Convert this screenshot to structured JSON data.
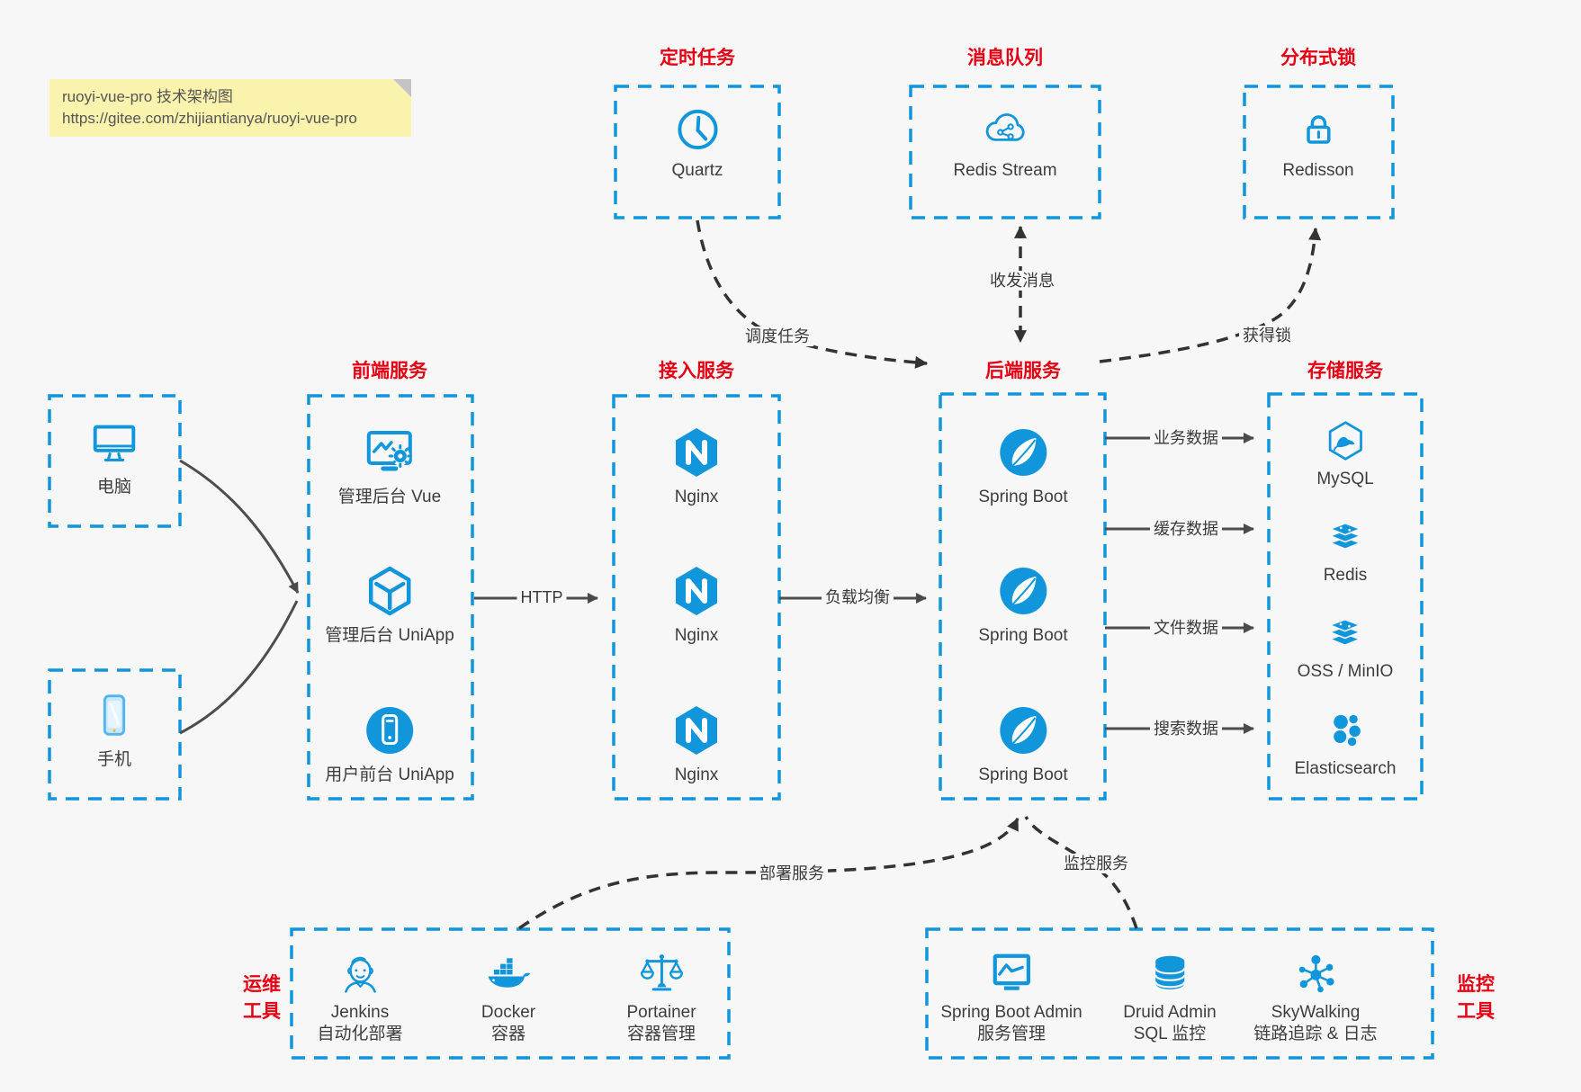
{
  "note": {
    "line1": "ruoyi-vue-pro 技术架构图",
    "line2": "https://gitee.com/zhijiantianya/ruoyi-vue-pro"
  },
  "colors": {
    "accent_blue": "#1296db",
    "heading_red": "#e60013",
    "note_yellow": "#faf3ae",
    "arrow_dark": "#3a3a3a",
    "background": "#f7f7f8"
  },
  "top_services": [
    {
      "heading": "定时任务",
      "label": "Quartz",
      "icon": "clock-icon"
    },
    {
      "heading": "消息队列",
      "label": "Redis Stream",
      "icon": "cloud-share-icon"
    },
    {
      "heading": "分布式锁",
      "label": "Redisson",
      "icon": "lock-icon"
    }
  ],
  "clients": [
    {
      "label": "电脑",
      "icon": "desktop-icon"
    },
    {
      "label": "手机",
      "icon": "phone-icon"
    }
  ],
  "columns": {
    "frontend": {
      "heading": "前端服务",
      "items": [
        {
          "label": "管理后台 Vue",
          "icon": "admin-vue-icon"
        },
        {
          "label": "管理后台 UniApp",
          "icon": "uniapp-cube-icon"
        },
        {
          "label": "用户前台 UniApp",
          "icon": "uniapp-phone-icon"
        }
      ]
    },
    "gateway": {
      "heading": "接入服务",
      "items": [
        {
          "label": "Nginx",
          "icon": "nginx-icon"
        },
        {
          "label": "Nginx",
          "icon": "nginx-icon"
        },
        {
          "label": "Nginx",
          "icon": "nginx-icon"
        }
      ]
    },
    "backend": {
      "heading": "后端服务",
      "items": [
        {
          "label": "Spring Boot",
          "icon": "spring-icon"
        },
        {
          "label": "Spring Boot",
          "icon": "spring-icon"
        },
        {
          "label": "Spring Boot",
          "icon": "spring-icon"
        }
      ]
    },
    "storage": {
      "heading": "存储服务",
      "items": [
        {
          "label": "MySQL",
          "icon": "mysql-icon"
        },
        {
          "label": "Redis",
          "icon": "redis-stack-icon"
        },
        {
          "label": "OSS / MinIO",
          "icon": "storage-stack-icon"
        },
        {
          "label": "Elasticsearch",
          "icon": "elasticsearch-icon"
        }
      ]
    }
  },
  "edges": {
    "http": "HTTP",
    "load_balance": "负载均衡",
    "business_data": "业务数据",
    "cache_data": "缓存数据",
    "file_data": "文件数据",
    "search_data": "搜索数据",
    "schedule_task": "调度任务",
    "send_receive_msg": "收发消息",
    "acquire_lock": "获得锁",
    "deploy_service": "部署服务",
    "monitor_service": "监控服务"
  },
  "ops_tools": {
    "heading_line1": "运维",
    "heading_line2": "工具",
    "items": [
      {
        "name": "Jenkins",
        "desc": "自动化部署",
        "icon": "jenkins-icon"
      },
      {
        "name": "Docker",
        "desc": "容器",
        "icon": "docker-icon"
      },
      {
        "name": "Portainer",
        "desc": "容器管理",
        "icon": "portainer-icon"
      }
    ]
  },
  "monitor_tools": {
    "heading_line1": "监控",
    "heading_line2": "工具",
    "items": [
      {
        "name": "Spring Boot Admin",
        "desc": "服务管理",
        "icon": "chart-monitor-icon"
      },
      {
        "name": "Druid Admin",
        "desc": "SQL 监控",
        "icon": "database-icon"
      },
      {
        "name": "SkyWalking",
        "desc": "链路追踪 & 日志",
        "icon": "topology-icon"
      }
    ]
  }
}
